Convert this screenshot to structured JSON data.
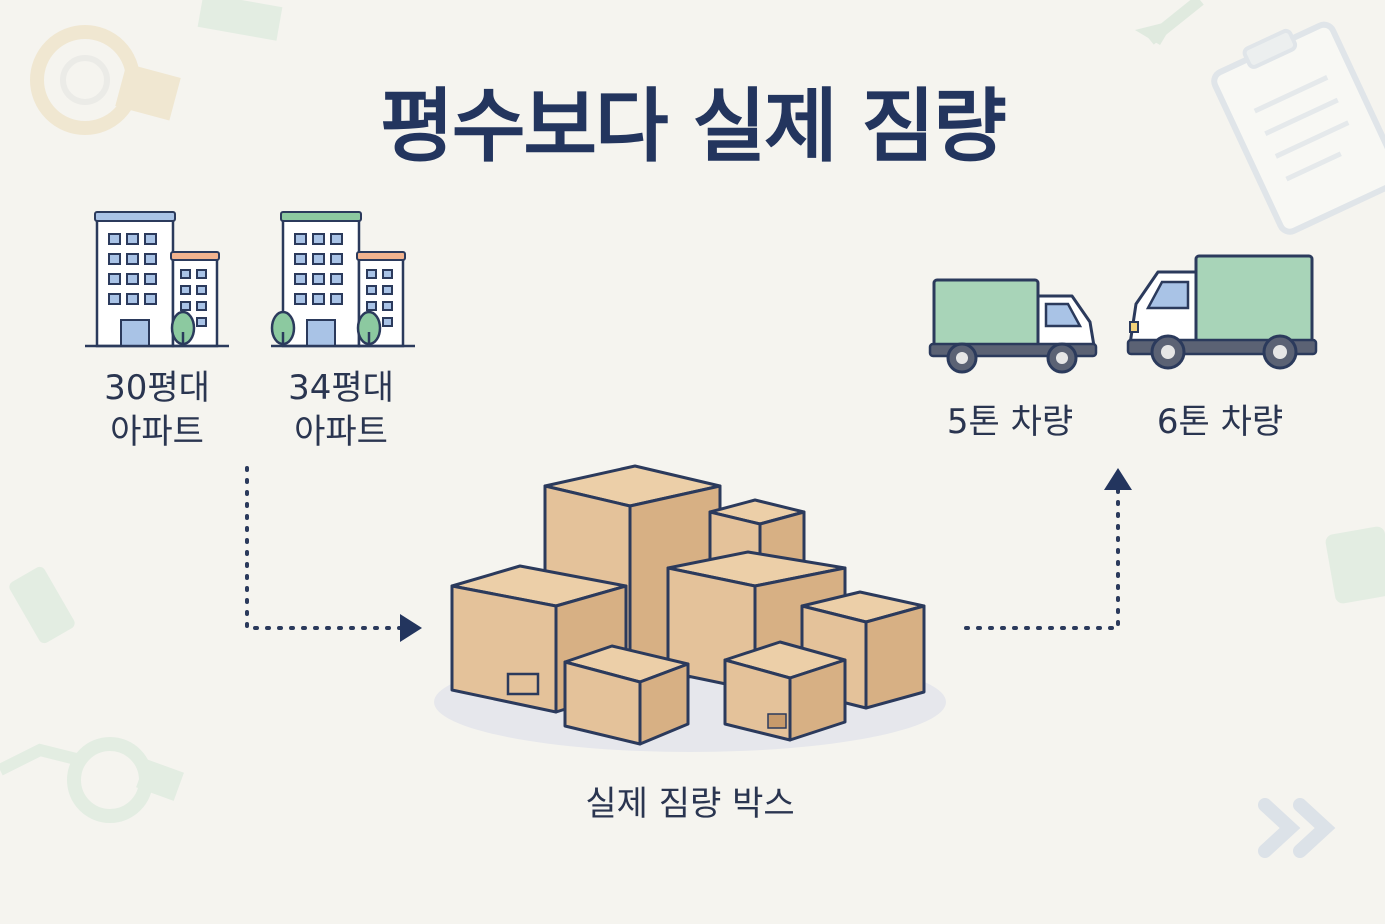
{
  "title": "평수보다 실제 짐량",
  "apartments": [
    {
      "line1": "30평대",
      "line2": "아파트"
    },
    {
      "line1": "34평대",
      "line2": "아파트"
    }
  ],
  "trucks": [
    {
      "label": "5톤 차량"
    },
    {
      "label": "6톤 차량"
    }
  ],
  "boxes_label": "실제 짐량 박스",
  "colors": {
    "title": "#23355e",
    "text": "#2a3550",
    "line": "#2b3a5c",
    "box": "#e4c29a",
    "box_shade": "#d7b084",
    "truck_cargo": "#a8d4b8",
    "window_blue": "#a9c3e6",
    "tree": "#8cc9a0",
    "background": "#f5f4ef"
  },
  "icons": [
    "apartment-building-icon",
    "delivery-truck-icon",
    "cardboard-box-icon",
    "arrow-right-icon",
    "arrow-up-icon",
    "clipboard-icon",
    "tape-icon",
    "chevron-double-icon"
  ]
}
